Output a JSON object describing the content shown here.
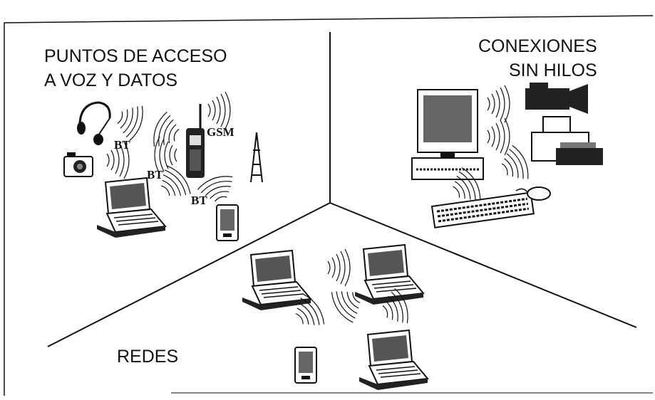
{
  "sections": {
    "voice_data": {
      "title_line1": "PUNTOS DE ACCESO",
      "title_line2": "A VOZ Y DATOS"
    },
    "wireless": {
      "title_line1": "CONEXIONES",
      "title_line2": "SIN HILOS"
    },
    "networks": {
      "title": "REDES"
    }
  },
  "link_labels": {
    "bt_headset": "BT",
    "bt_camera": "BT",
    "bt_laptop": "BT",
    "gsm": "GSM"
  },
  "devices": {
    "voice_data": [
      "headset-icon",
      "camera-icon",
      "mobile-phone-icon",
      "cell-tower-icon",
      "laptop-icon",
      "pda-icon"
    ],
    "wireless": [
      "desktop-computer-icon",
      "video-camera-icon",
      "printer-icon",
      "keyboard-icon",
      "mouse-icon"
    ],
    "networks": [
      "laptop-icon",
      "laptop-icon",
      "laptop-icon",
      "pda-icon"
    ]
  },
  "colors": {
    "ink": "#111111",
    "paper": "#ffffff",
    "screen": "#555555"
  }
}
